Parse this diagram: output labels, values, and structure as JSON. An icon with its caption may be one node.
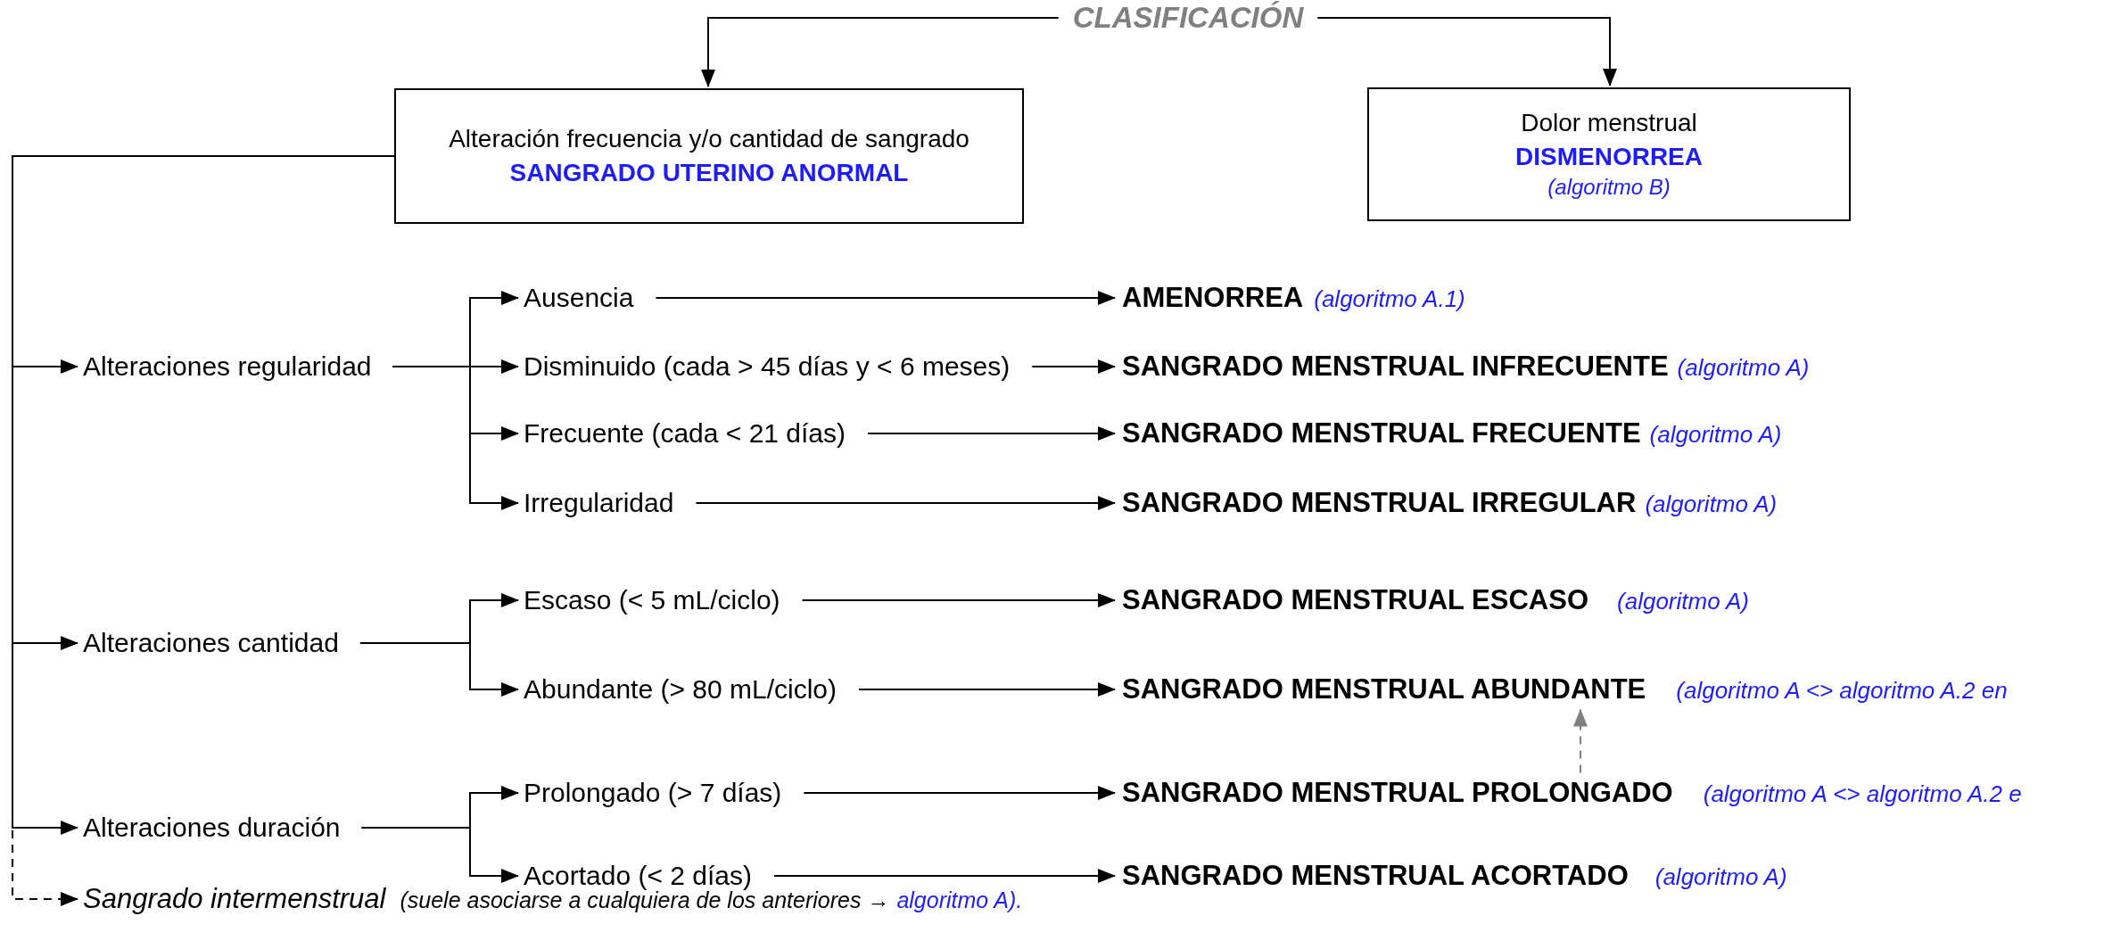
{
  "diagram": {
    "nodes": [
      {
        "text": [
          "CLASIFICACIÓN"
        ]
      },
      {
        "text": [
          "Alteración frecuencia y/o cantidad de sangrado",
          "SANGRADO UTERINO ANORMAL"
        ]
      },
      {
        "text": [
          "Dolor menstrual",
          "DISMENORREA",
          "(algoritmo B)"
        ]
      },
      {
        "text": [
          "Alteraciones regularidad"
        ]
      },
      {
        "text": [
          "Ausencia"
        ]
      },
      {
        "text": [
          "AMENORREA",
          "(algoritmo A.1)"
        ]
      },
      {
        "text": [
          "Disminuido (cada > 45 días y < 6 meses)"
        ]
      },
      {
        "text": [
          "SANGRADO MENSTRUAL INFRECUENTE",
          "(algoritmo A)"
        ]
      },
      {
        "text": [
          "Frecuente (cada < 21 días)"
        ]
      },
      {
        "text": [
          "SANGRADO MENSTRUAL FRECUENTE",
          "(algoritmo A)"
        ]
      },
      {
        "text": [
          "Irregularidad"
        ]
      },
      {
        "text": [
          "SANGRADO MENSTRUAL IRREGULAR",
          "(algoritmo A)"
        ]
      },
      {
        "text": [
          "Alteraciones cantidad"
        ]
      },
      {
        "text": [
          "Escaso (< 5 mL/ciclo)"
        ]
      },
      {
        "text": [
          "SANGRADO MENSTRUAL ESCASO",
          "(algoritmo A)"
        ]
      },
      {
        "text": [
          "Abundante (> 80 mL/ciclo)"
        ]
      },
      {
        "text": [
          "SANGRADO MENSTRUAL ABUNDANTE",
          "(algoritmo A <> algoritmo A.2 en"
        ]
      },
      {
        "text": [
          "Alteraciones duración"
        ]
      },
      {
        "text": [
          "Prolongado (> 7 días)"
        ]
      },
      {
        "text": [
          "SANGRADO MENSTRUAL PROLONGADO",
          "(algoritmo A <> algoritmo A.2 e"
        ]
      },
      {
        "text": [
          "Acortado (< 2 días)"
        ]
      },
      {
        "text": [
          "SANGRADO MENSTRUAL ACORTADO",
          "(algoritmo A)"
        ]
      },
      {
        "text": [
          "Sangrado intermenstrual",
          "(suele asociarse a cualquiera de los anteriores →",
          "algoritmo A)."
        ]
      }
    ],
    "edges": [
      {
        "from": 0,
        "to": 1,
        "arrow": "to"
      },
      {
        "from": 0,
        "to": 2,
        "arrow": "to"
      },
      {
        "from": 1,
        "to": 3,
        "arrow": "to"
      },
      {
        "from": 1,
        "to": 12,
        "arrow": "to"
      },
      {
        "from": 1,
        "to": 17,
        "arrow": "to"
      },
      {
        "from": 1,
        "to": 22,
        "arrow": "to",
        "style": "dashed"
      },
      {
        "from": 3,
        "to": 4,
        "arrow": "to"
      },
      {
        "from": 3,
        "to": 6,
        "arrow": "to"
      },
      {
        "from": 3,
        "to": 8,
        "arrow": "to"
      },
      {
        "from": 3,
        "to": 10,
        "arrow": "to"
      },
      {
        "from": 12,
        "to": 13,
        "arrow": "to"
      },
      {
        "from": 12,
        "to": 15,
        "arrow": "to"
      },
      {
        "from": 17,
        "to": 18,
        "arrow": "to"
      },
      {
        "from": 17,
        "to": 20,
        "arrow": "to"
      },
      {
        "from": 4,
        "to": 5,
        "arrow": "to"
      },
      {
        "from": 6,
        "to": 7,
        "arrow": "to"
      },
      {
        "from": 8,
        "to": 9,
        "arrow": "to"
      },
      {
        "from": 10,
        "to": 11,
        "arrow": "to"
      },
      {
        "from": 13,
        "to": 14,
        "arrow": "to"
      },
      {
        "from": 15,
        "to": 16,
        "arrow": "to"
      },
      {
        "from": 18,
        "to": 19,
        "arrow": "to"
      },
      {
        "from": 20,
        "to": 21,
        "arrow": "to"
      },
      {
        "from": 19,
        "to": 16,
        "arrow": "to",
        "style": "dashed",
        "color": "#808080"
      }
    ]
  }
}
